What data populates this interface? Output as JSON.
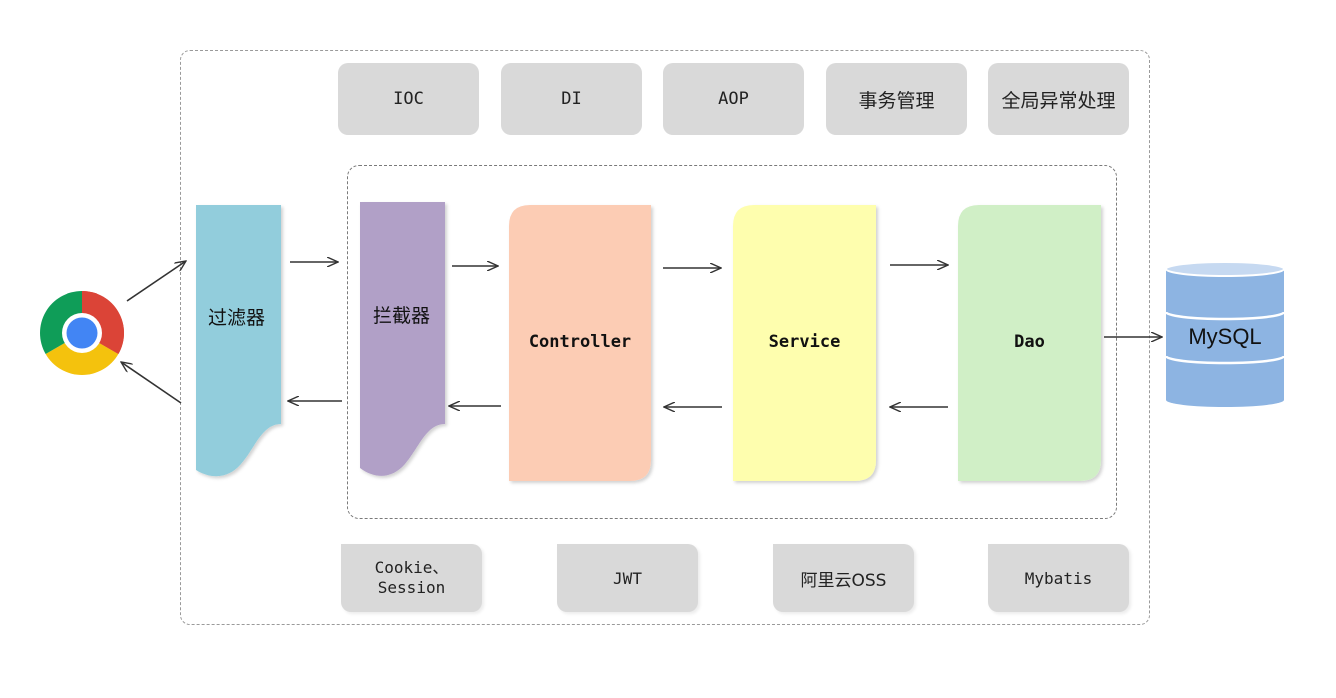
{
  "top_row": [
    "IOC",
    "DI",
    "AOP",
    "事务管理",
    "全局异常处理"
  ],
  "pipeline": {
    "filter": "过滤器",
    "interceptor": "拦截器",
    "controller": "Controller",
    "service": "Service",
    "dao": "Dao"
  },
  "database": "MySQL",
  "bottom_row": {
    "cookie_line1": "Cookie、",
    "cookie_line2": "Session",
    "jwt": "JWT",
    "oss": "阿里云OSS",
    "mybatis": "Mybatis"
  },
  "colors": {
    "filter": "#92cddc",
    "interceptor": "#b1a0c7",
    "controller": "#fcccb4",
    "service": "#fefeae",
    "dao": "#d0efc6",
    "database": "#8db4e2",
    "pill": "#d9d9d9"
  },
  "icons": [
    "chrome-browser-icon",
    "database-icon"
  ]
}
